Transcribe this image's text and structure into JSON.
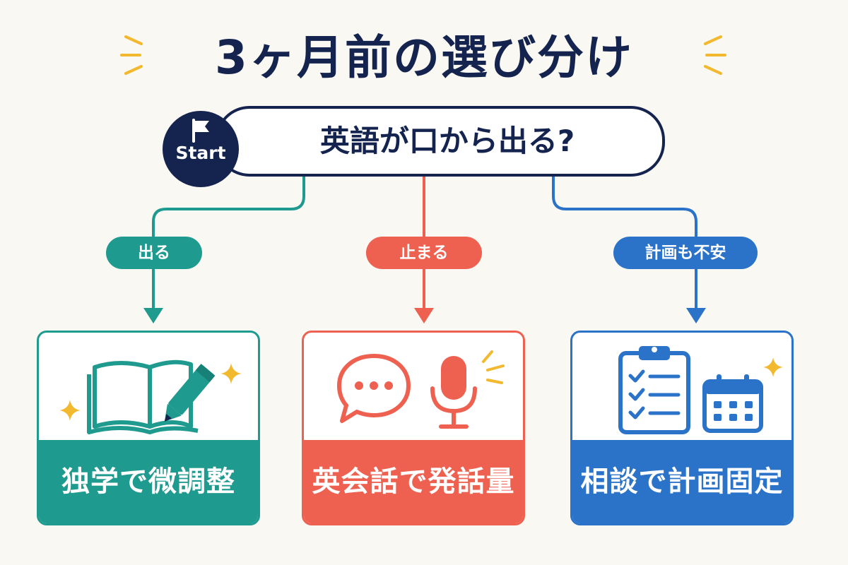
{
  "title": "3ヶ月前の選び分け",
  "start": {
    "label": "Start",
    "question": "英語が口から出る?"
  },
  "branches": [
    {
      "condition": "出る",
      "result": "独学で微調整",
      "color": "#1f9a8f",
      "icons": [
        "open-book-icon",
        "pencil-icon",
        "sparkle-icon"
      ]
    },
    {
      "condition": "止まる",
      "result": "英会話で発話量",
      "color": "#ee6150",
      "icons": [
        "speech-bubble-icon",
        "microphone-icon"
      ]
    },
    {
      "condition": "計画も不安",
      "result": "相談で計画固定",
      "color": "#2a73c9",
      "icons": [
        "clipboard-checklist-icon",
        "calendar-icon",
        "sparkle-icon"
      ]
    }
  ],
  "colors": {
    "navy": "#14244e",
    "accent_yellow": "#f2b92e",
    "background": "#faf8f3"
  }
}
